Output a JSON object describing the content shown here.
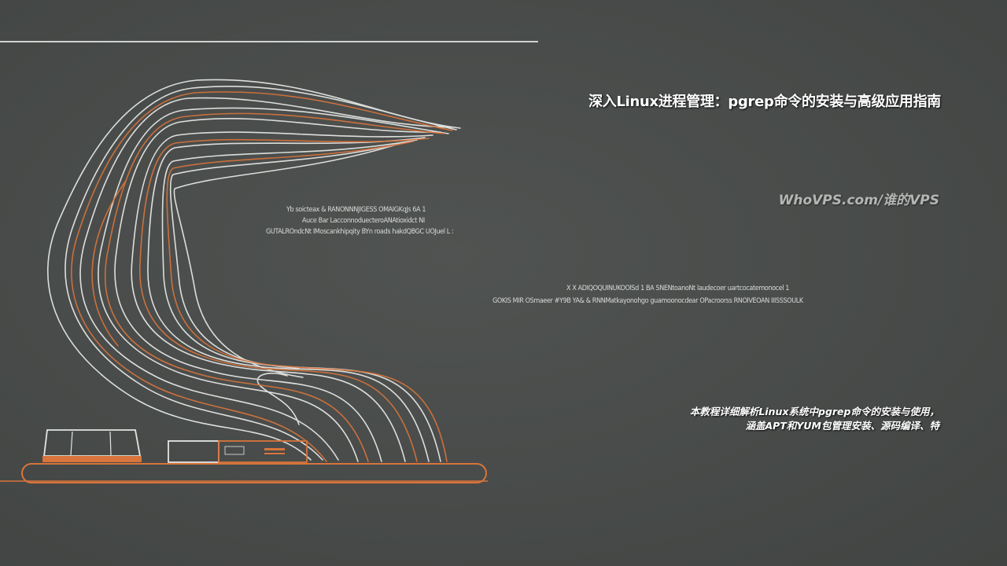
{
  "article": {
    "title": "深入Linux进程管理：pgrep命令的安装与高级应用指南",
    "brand": "WhoVPS.com/谁的VPS",
    "description_lines": [
      "本教程详细解析Linux系统中pgrep命令的安装与使用，",
      "涵盖APT和YUM包管理安装、源码编译、特"
    ]
  },
  "illustration": {
    "garbled_text": [
      "Yb soicteax & RANONNNJIGESS OMAIGKqJs 6A  1",
      "Auce Bar LacconnoduecteroANAtioxidct NI",
      "GUTALROndcNt IMoscankhipqity BYn roads hakdQBGC UOJuel L  :",
      "X X ADIQOQUINUKOOlSd 1 BA SNENtoanoNt laudecoer uartcocatemonocel  1",
      "GOKIS MIR OSmaeer #Y9B YA&  & RNNMatkayonohgo guamoonocdear OPacroorss RNOIVEOAN IIISSSOULK"
    ],
    "colors": {
      "background": "#4a4d4b",
      "lines_white": "#e4e6e4",
      "lines_orange": "#d8743c"
    }
  }
}
